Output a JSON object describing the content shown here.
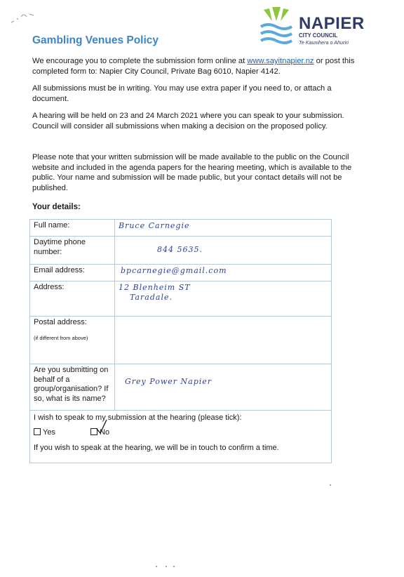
{
  "logo": {
    "name": "NAPIER",
    "line1": "CITY COUNCIL",
    "line2": "Te Kaunihera o Ahuriri",
    "colors": {
      "green": "#8dc63f",
      "blue": "#5aa9dd",
      "navy": "#2f3b66"
    }
  },
  "title": "Gambling Venues Policy",
  "paragraphs": {
    "p1_before": "We encourage you to complete the submission form online at ",
    "p1_link": "www.sayitnapier.nz",
    "p1_after": " or post this completed form to: Napier City Council, Private Bag 6010, Napier 4142.",
    "p2": "All submissions must be in writing.  You may use extra paper if you need to, or attach a document.",
    "p3": "A hearing will be held on 23 and 24 March 2021 where you can speak to your submission. Council will consider all submissions when making a decision on the proposed policy.",
    "p4": "Please note that your written submission will be made available to the public on the Council website and included in the agenda papers for the hearing meeting, which is available to the public. Your name and submission will be made public, but your contact details will not be published."
  },
  "details_heading": "Your details:",
  "form": {
    "full_name_label": "Full name:",
    "full_name_value": "Bruce Carnegie",
    "phone_label": "Daytime phone number:",
    "phone_value": "844 5635.",
    "email_label": "Email address:",
    "email_value": "bpcarnegie@gmail.com",
    "address_label": "Address:",
    "address_line1": "12 Blenheim ST",
    "address_line2": "Taradale.",
    "postal_label": "Postal address:",
    "postal_note": "(if different from above)",
    "postal_value": "",
    "group_label": "Are you submitting on behalf of a group/organisation? If so, what is its name?",
    "group_value": "Grey Power Napier",
    "speak_question": "I wish to speak to my submission at the hearing (please tick):",
    "yes_label": "Yes",
    "no_label": "No",
    "selected": "No",
    "speak_note": "If you wish to speak at the hearing, we will be in touch to confirm a time."
  }
}
